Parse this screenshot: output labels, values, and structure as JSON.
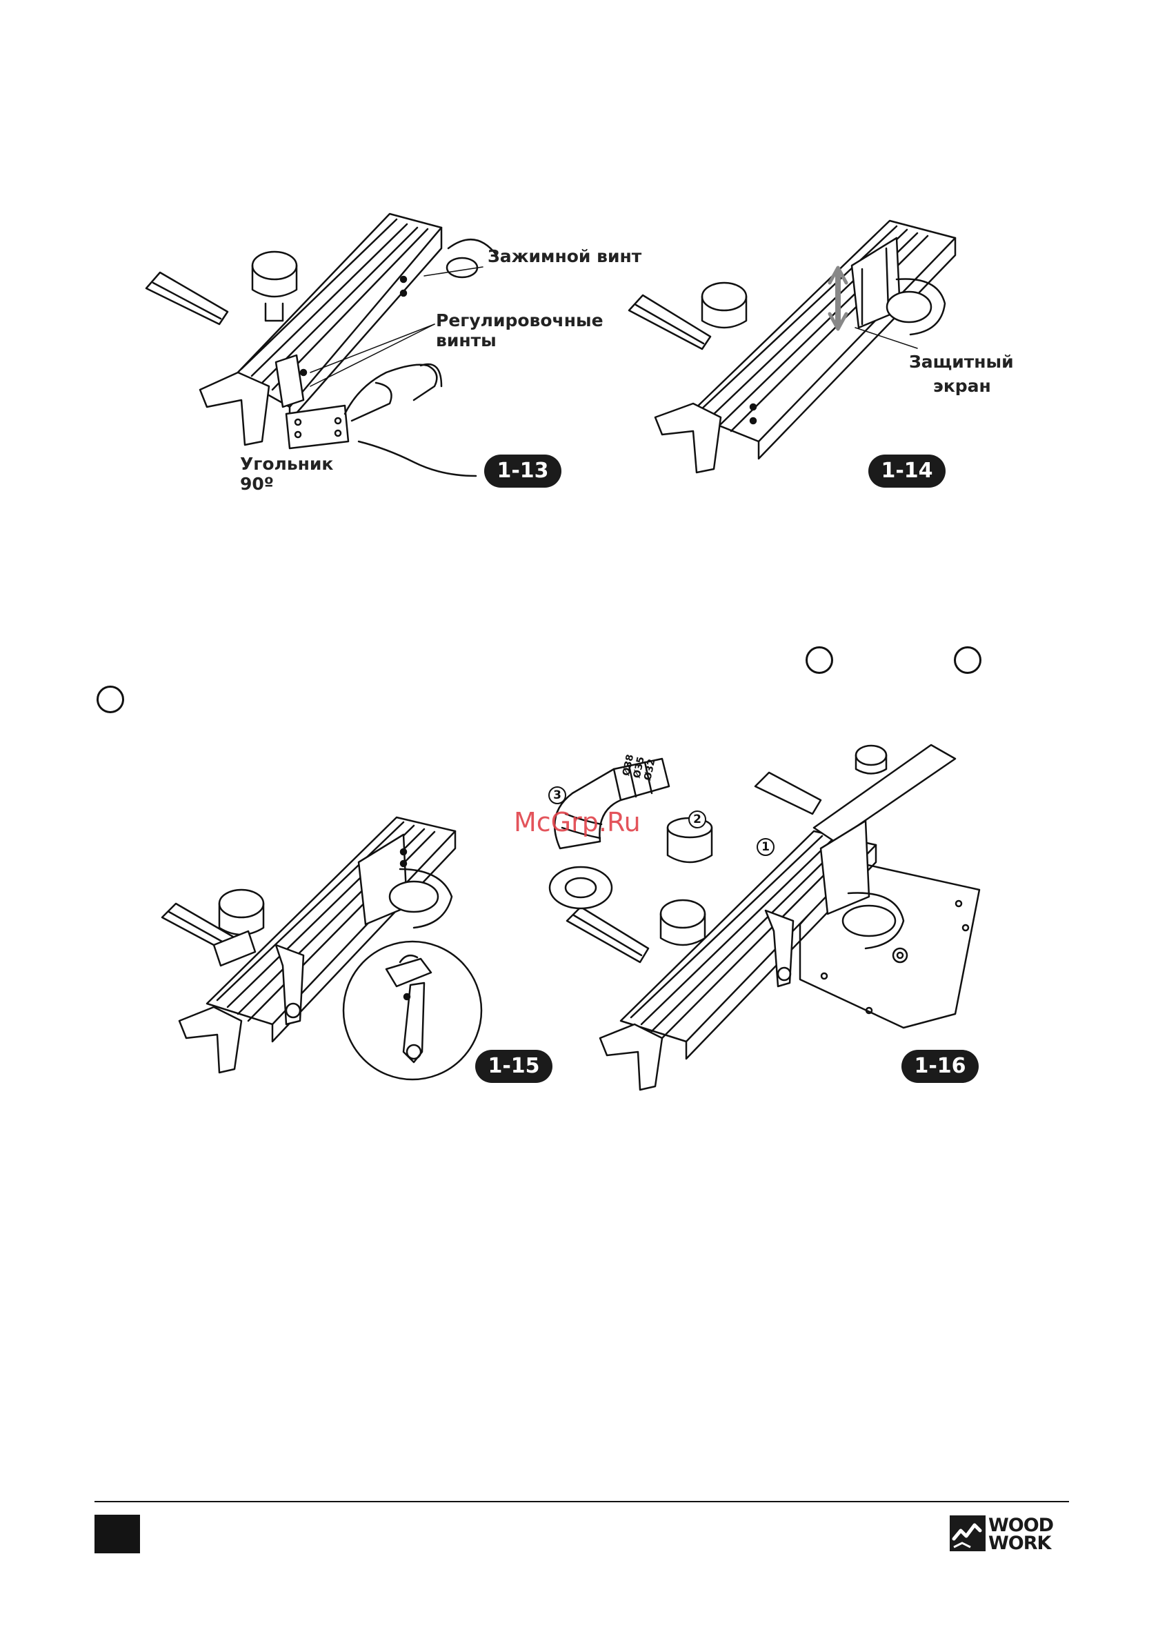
{
  "figures": [
    {
      "id": "fig-1-13",
      "badge": "1-13",
      "labels": {
        "clamp_screw": "Зажимной винт",
        "adjust_screws_line1": "Регулировочные",
        "adjust_screws_line2": "винты",
        "square_line1": "Угольник",
        "square_line2": "90º"
      }
    },
    {
      "id": "fig-1-14",
      "badge": "1-14",
      "labels": {
        "guard_line1": "Защитный",
        "guard_line2": "экран"
      }
    },
    {
      "id": "fig-1-15",
      "badge": "1-15"
    },
    {
      "id": "fig-1-16",
      "badge": "1-16",
      "parts": [
        "1",
        "2",
        "3"
      ],
      "diameter_labels": [
        "Ø38",
        "Ø35",
        "Ø32"
      ]
    }
  ],
  "watermark": "McGrp.Ru",
  "logo": {
    "line1": "WOOD",
    "line2": "WORK",
    "icon": "woodwork-logo-icon"
  },
  "colors": {
    "ink": "#111111",
    "badge": "#1b1b1b",
    "watermark": "#e0424a"
  }
}
